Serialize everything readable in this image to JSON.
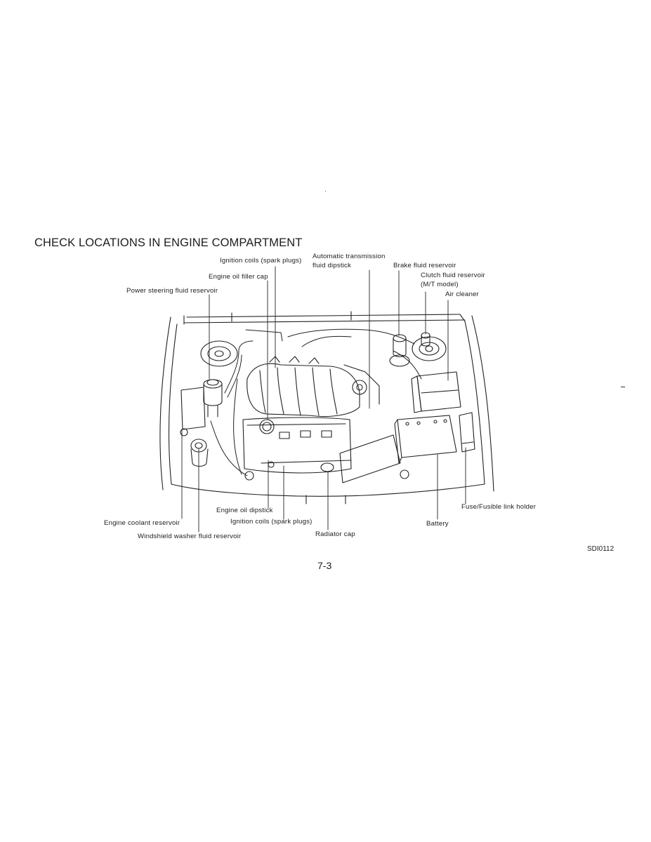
{
  "page": {
    "heading": "CHECK LOCATIONS IN ENGINE COMPARTMENT",
    "figure_code": "SDI0112",
    "page_number": "7-3"
  },
  "labels": {
    "ignition_coils_top": "Ignition coils (spark plugs)",
    "engine_oil_filler_cap": "Engine oil filler cap",
    "power_steering_fluid_reservoir": "Power steering fluid reservoir",
    "atf_dipstick_line1": "Automatic transmission",
    "atf_dipstick_line2": "fluid dipstick",
    "brake_fluid_reservoir": "Brake fluid reservoir",
    "clutch_fluid_reservoir_line1": "Clutch fluid reservoir",
    "clutch_fluid_reservoir_line2": "(M/T model)",
    "air_cleaner": "Air cleaner",
    "engine_oil_dipstick": "Engine oil dipstick",
    "ignition_coils_bottom": "Ignition coils (spark plugs)",
    "engine_coolant_reservoir": "Engine coolant reservoir",
    "windshield_washer_fluid_reservoir": "Windshield washer fluid reservoir",
    "radiator_cap": "Radiator cap",
    "battery": "Battery",
    "fuse_fusible_link_holder": "Fuse/Fusible link holder"
  }
}
